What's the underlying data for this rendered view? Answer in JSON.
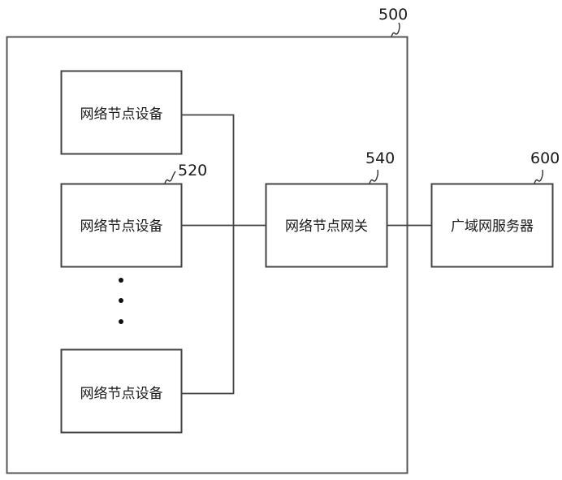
{
  "diagram": {
    "system": {
      "ref": "500"
    },
    "devices": [
      {
        "label": "网络节点设备",
        "ref": ""
      },
      {
        "label": "网络节点设备",
        "ref": "520"
      },
      {
        "label": "网络节点设备",
        "ref": ""
      }
    ],
    "ellipsis": "⋮",
    "gateway": {
      "label": "网络节点网关",
      "ref": "540"
    },
    "server": {
      "label": "广域网服务器",
      "ref": "600"
    },
    "line_color": "#444444"
  }
}
